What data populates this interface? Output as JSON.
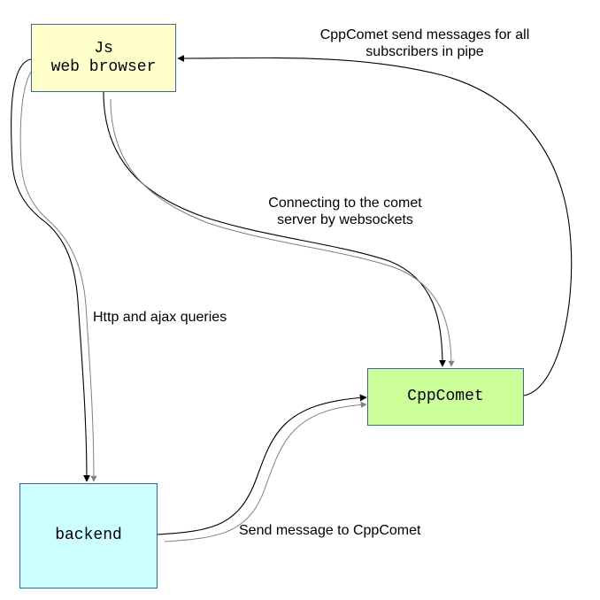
{
  "nodes": {
    "browser": {
      "lines": [
        "Js",
        "web browser"
      ],
      "fill": "#ffffcc"
    },
    "cppcomet": {
      "lines": [
        "CppComet"
      ],
      "fill": "#ccff99"
    },
    "backend": {
      "lines": [
        "backend"
      ],
      "fill": "#ccffff"
    }
  },
  "edges": {
    "broadcast": {
      "label_lines": [
        "CppComet send messages for all",
        "subscribers in pipe"
      ]
    },
    "websockets": {
      "label_lines": [
        "Connecting to the comet",
        "server by websockets"
      ]
    },
    "http": {
      "label_lines": [
        "Http and ajax queries"
      ]
    },
    "send": {
      "label_lines": [
        "Send message to CppComet"
      ]
    }
  },
  "colors": {
    "border": "#3465a4",
    "edge_primary": "#000000",
    "edge_secondary": "#808080"
  }
}
